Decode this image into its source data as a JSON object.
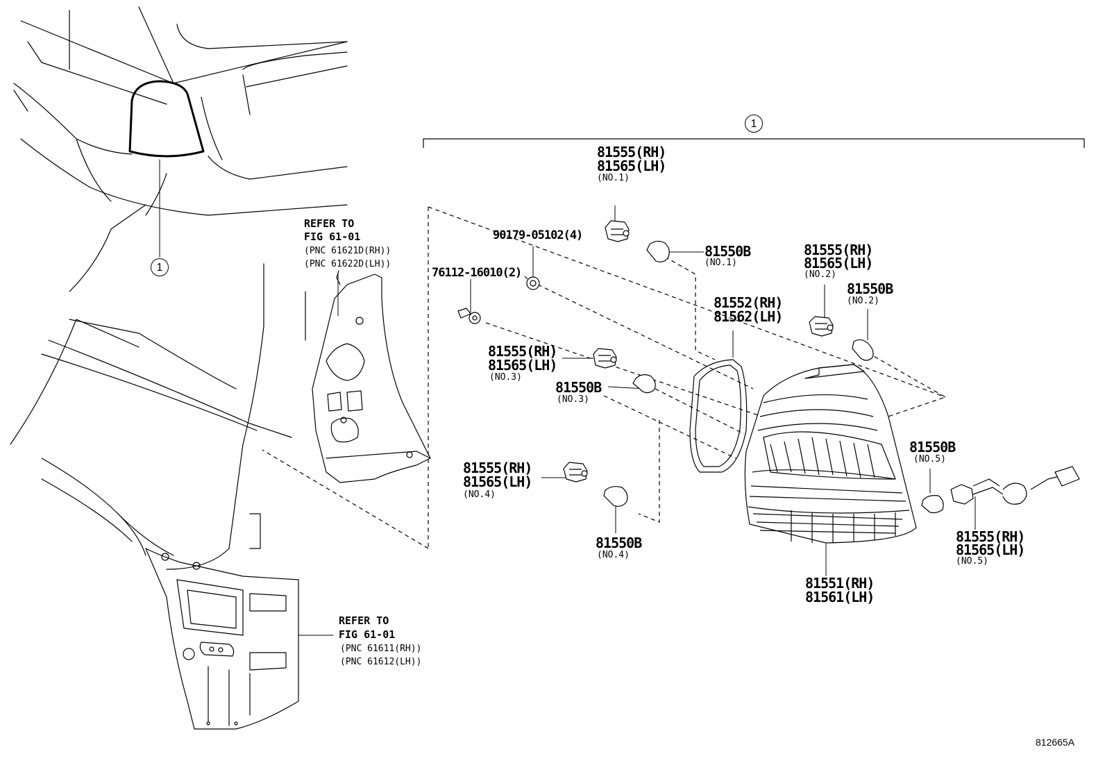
{
  "callout_number": "1",
  "labels": {
    "no1_holder_rh": "81555(RH)",
    "no1_holder_lh": "81565(LH)",
    "no1_holder_sub": "(NO.1)",
    "no1_bulb": "81550B",
    "no1_bulb_sub": "(NO.1)",
    "screw": "90179-05102(4)",
    "clip": "76112-16010(2)",
    "no2_holder_rh": "81555(RH)",
    "no2_holder_lh": "81565(LH)",
    "no2_holder_sub": "(NO.2)",
    "no2_bulb": "81550B",
    "no2_bulb_sub": "(NO.2)",
    "gasket_rh": "81552(RH)",
    "gasket_lh": "81562(LH)",
    "no3_holder_rh": "81555(RH)",
    "no3_holder_lh": "81565(LH)",
    "no3_holder_sub": "(NO.3)",
    "no3_bulb": "81550B",
    "no3_bulb_sub": "(NO.3)",
    "no4_holder_rh": "81555(RH)",
    "no4_holder_lh": "81565(LH)",
    "no4_holder_sub": "(NO.4)",
    "no4_bulb": "81550B",
    "no4_bulb_sub": "(NO.4)",
    "no5_bulb": "81550B",
    "no5_bulb_sub": "(NO.5)",
    "no5_holder_rh": "81555(RH)",
    "no5_holder_lh": "81565(LH)",
    "no5_holder_sub": "(NO.5)",
    "lamp_rh": "81551(RH)",
    "lamp_lh": "81561(LH)"
  },
  "refer_upper": {
    "line1": "REFER TO",
    "line2": "FIG 61-01",
    "line3": "(PNC 61621D(RH))",
    "line4": "(PNC 61622D(LH))"
  },
  "refer_lower": {
    "line1": "REFER TO",
    "line2": "FIG 61-01",
    "line3": "(PNC 61611(RH))",
    "line4": "(PNC 61612(LH))"
  },
  "illustration_id": "812665A"
}
